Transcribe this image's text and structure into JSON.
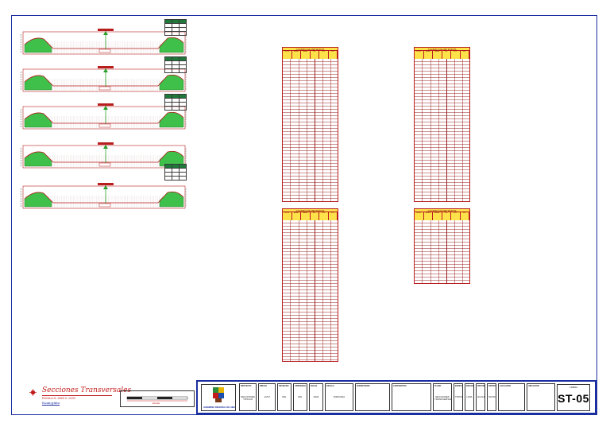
{
  "sheet": {
    "code_label": "LAMINA",
    "code": "ST-05"
  },
  "stamp": {
    "title": "Secciones Transversales",
    "scale_line": "ESCALA H: 1/500   V: 1/100",
    "scale_sub": "Escala grafica"
  },
  "scalebar": {
    "label": "Escala"
  },
  "institution": {
    "name": "GOBIERNO REGIONAL DE LIMA"
  },
  "sections": [
    {
      "id": "sec-1"
    },
    {
      "id": "sec-2"
    },
    {
      "id": "sec-3"
    },
    {
      "id": "sec-4"
    },
    {
      "id": "sec-5"
    }
  ],
  "volume_tables": [
    {
      "title": "CUADRO DE METRADOS",
      "columns": [
        "PROG",
        "AREA",
        "AREA",
        "VOL",
        "VOL",
        "VOL"
      ]
    },
    {
      "title": "CUADRO DE METRADOS",
      "columns": [
        "PROG",
        "AREA",
        "AREA",
        "VOL",
        "VOL",
        "VOL"
      ]
    },
    {
      "title": "CUADRO DE METRADOS",
      "columns": [
        "PROG",
        "AREA",
        "AREA",
        "VOL",
        "VOL",
        "VOL"
      ]
    },
    {
      "title": "CUADRO DE METRADOS",
      "columns": [
        "PROG",
        "AREA",
        "AREA",
        "VOL",
        "VOL",
        "VOL"
      ]
    }
  ],
  "title_block": {
    "cells": [
      {
        "label": "PROYECTO",
        "value": "SECCIONES TIPICAS"
      },
      {
        "label": "DIBUJO",
        "value": "J.M.P"
      },
      {
        "label": "REVISADO",
        "value": "ING."
      },
      {
        "label": "APROBADO",
        "value": "ING."
      },
      {
        "label": "FECHA",
        "value": "2024"
      },
      {
        "label": "ESCALA",
        "value": "INDICADA"
      },
      {
        "label": "SUPERVISION",
        "value": ""
      },
      {
        "label": "CONTRATISTA",
        "value": ""
      },
      {
        "label": "PLANO",
        "value": "SECCIONES TRANSVERSALES"
      },
      {
        "label": "ESPECIALIDAD",
        "value": "TOPOGRAFIA"
      },
      {
        "label": "REGION",
        "value": "LIMA"
      },
      {
        "label": "PROVINCIA",
        "value": "HUAURA"
      },
      {
        "label": "DISTRITO",
        "value": "SAYAN"
      },
      {
        "label": "LOCALIDAD",
        "value": ""
      },
      {
        "label": "UBICACION",
        "value": ""
      }
    ]
  },
  "colors": {
    "frame": "#1a2ea0",
    "section_line": "#b81e1e",
    "fill": "#3fc04a",
    "table_header": "#ffe14a"
  }
}
